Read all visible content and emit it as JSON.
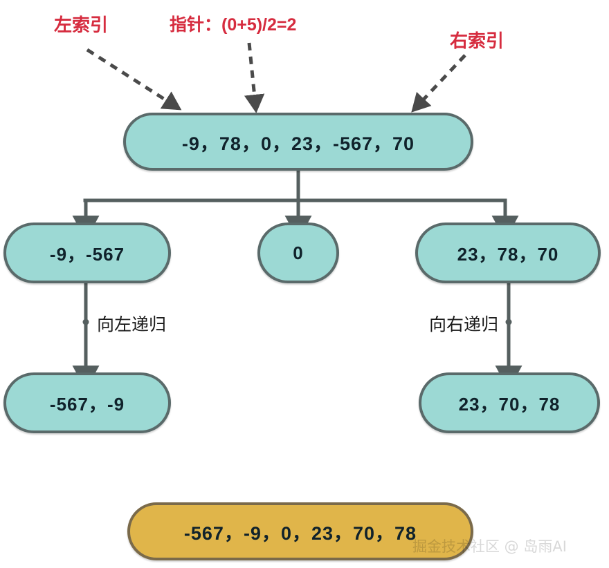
{
  "diagram": {
    "title": "quick-sort-recursion-diagram",
    "colors": {
      "node_fill": "#9CD9D4",
      "node_border": "#5a6a6a",
      "final_fill": "#E0B54A",
      "final_border": "#7a6a4a",
      "annotation_red": "#D62C3F",
      "connector": "#555f5f",
      "background": "#ffffff"
    },
    "annotations": [
      {
        "id": "left-index",
        "text": "左索引"
      },
      {
        "id": "pointer",
        "text": "指针：(0+5)/2=2"
      },
      {
        "id": "right-index",
        "text": "右索引"
      }
    ],
    "edge_labels": [
      {
        "id": "recurse-left",
        "text": "向左递归"
      },
      {
        "id": "recurse-right",
        "text": "向右递归"
      }
    ],
    "nodes": {
      "root": {
        "id": "root-array",
        "text": "-9，78，0，23，-567，70"
      },
      "left": {
        "id": "partition-less",
        "text": "-9，-567"
      },
      "middle": {
        "id": "partition-equal",
        "text": "0"
      },
      "right": {
        "id": "partition-greater",
        "text": "23，78，70"
      },
      "left_sorted": {
        "id": "sorted-left",
        "text": "-567，-9"
      },
      "right_sorted": {
        "id": "sorted-right",
        "text": "23，70，78"
      },
      "final": {
        "id": "sorted-result",
        "text": "-567，-9，0，23，70，78"
      }
    },
    "watermark": {
      "text": "掘金技术社区 @ 岛雨AI"
    }
  }
}
